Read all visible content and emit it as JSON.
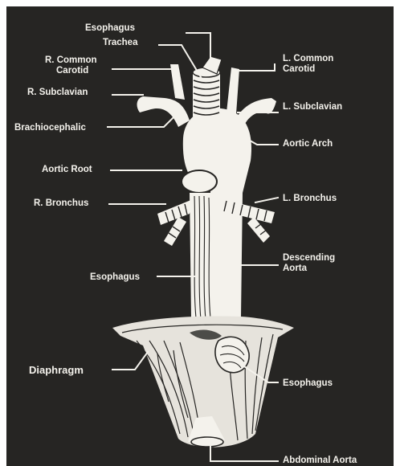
{
  "labels": {
    "esophagus_top": "Esophagus",
    "trachea": "Trachea",
    "r_common_carotid_1": "R. Common",
    "r_common_carotid_2": "Carotid",
    "l_common_carotid_1": "L. Common",
    "l_common_carotid_2": "Carotid",
    "r_subclavian": "R. Subclavian",
    "l_subclavian": "L. Subclavian",
    "brachiocephalic": "Brachiocephalic",
    "aortic_arch": "Aortic Arch",
    "aortic_root": "Aortic Root",
    "r_bronchus": "R. Bronchus",
    "l_bronchus": "L. Bronchus",
    "esophagus_mid": "Esophagus",
    "descending_aorta_1": "Descending",
    "descending_aorta_2": "Aorta",
    "diaphragm": "Diaphragm",
    "esophagus_low": "Esophagus",
    "abdominal_aorta": "Abdominal Aorta"
  },
  "colors": {
    "background": "#262523",
    "drawing": "#f4f2ec",
    "ink": "#262523"
  }
}
